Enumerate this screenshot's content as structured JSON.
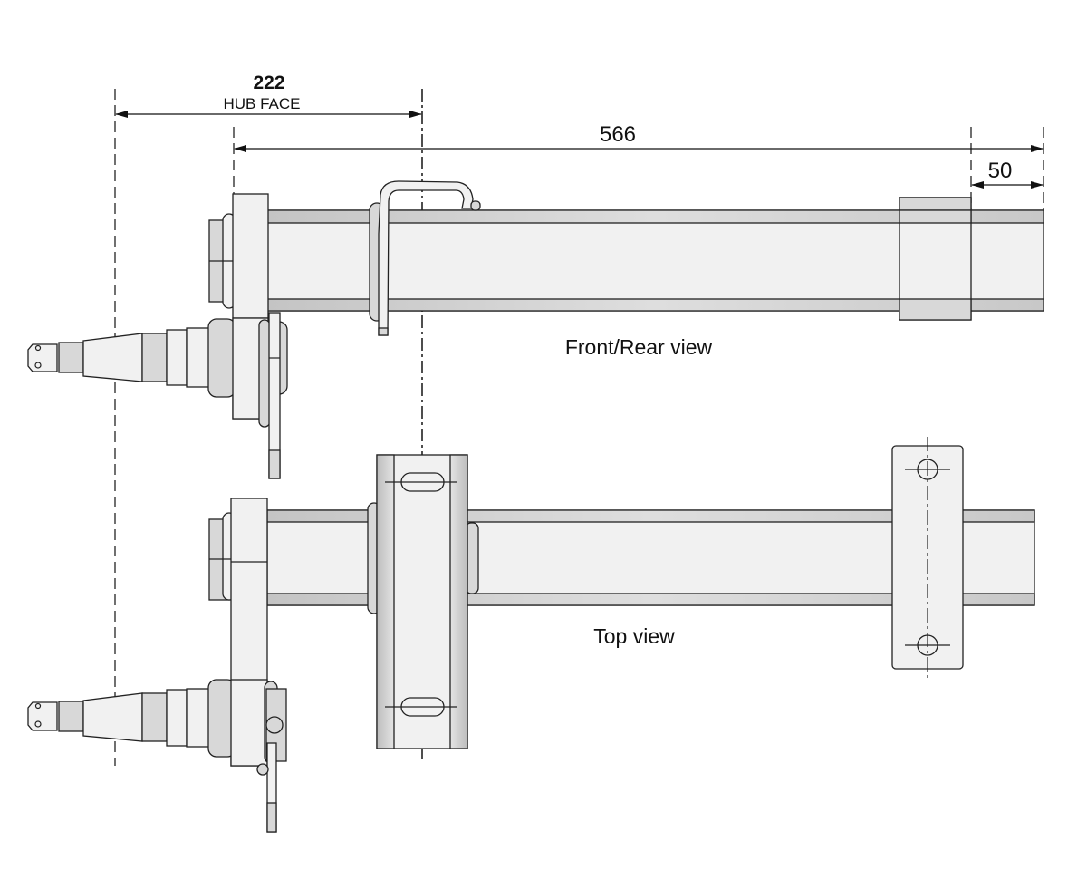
{
  "dimensions": {
    "hub_face": {
      "value": "222",
      "label": "HUB FACE"
    },
    "overall": {
      "value": "566"
    },
    "end_offset": {
      "value": "50"
    }
  },
  "views": {
    "front": {
      "label": "Front/Rear view"
    },
    "top": {
      "label": "Top view"
    }
  },
  "colors": {
    "line": "#222222",
    "fill_light": "#f1f1f1",
    "fill_mid": "#d8d8d8"
  }
}
